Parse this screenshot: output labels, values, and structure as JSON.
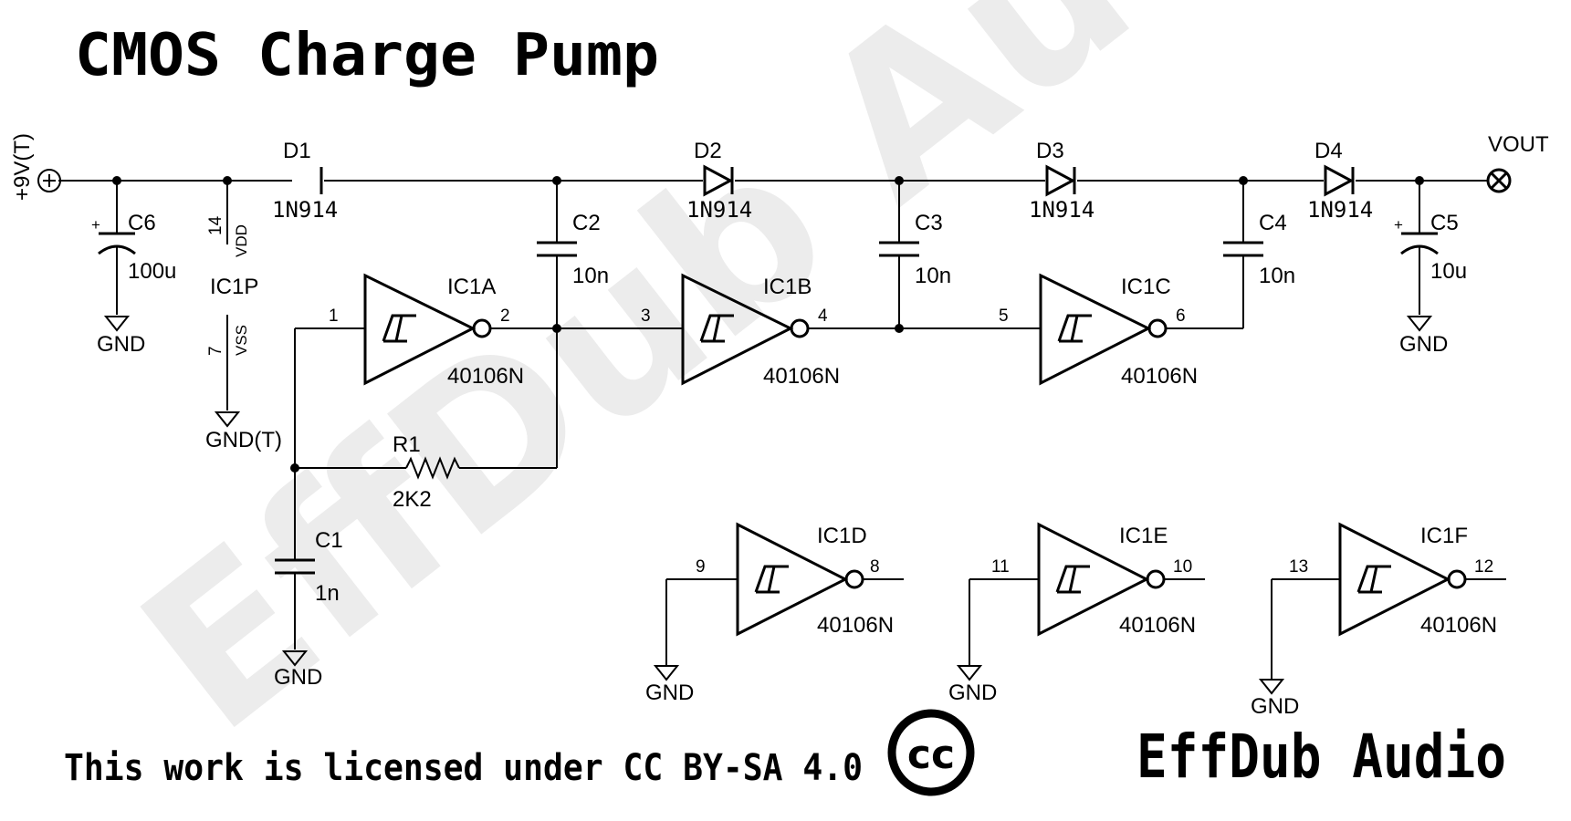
{
  "title": "CMOS Charge Pump",
  "watermark": "EffDub Audio",
  "license": "This work is licensed under CC BY-SA 4.0",
  "cc_logo": "cc",
  "brand": "EffDub Audio",
  "nets": {
    "vin": "+9V(T)",
    "vout": "VOUT",
    "gnd": "GND",
    "gnd_t": "GND(T)"
  },
  "diodes": [
    {
      "ref": "D1",
      "value": "1N914"
    },
    {
      "ref": "D2",
      "value": "1N914"
    },
    {
      "ref": "D3",
      "value": "1N914"
    },
    {
      "ref": "D4",
      "value": "1N914"
    }
  ],
  "capacitors": [
    {
      "ref": "C1",
      "value": "1n"
    },
    {
      "ref": "C2",
      "value": "10n"
    },
    {
      "ref": "C3",
      "value": "10n"
    },
    {
      "ref": "C4",
      "value": "10n"
    },
    {
      "ref": "C5",
      "value": "10u"
    },
    {
      "ref": "C6",
      "value": "100u"
    }
  ],
  "resistor": {
    "ref": "R1",
    "value": "2K2"
  },
  "power_unit": {
    "ref": "IC1P",
    "vdd_pin": "14",
    "vdd_label": "VDD",
    "vss_pin": "7",
    "vss_label": "VSS"
  },
  "pol_mark": "+",
  "inverters": [
    {
      "ref": "IC1A",
      "part": "40106N",
      "in_pin": "1",
      "out_pin": "2"
    },
    {
      "ref": "IC1B",
      "part": "40106N",
      "in_pin": "3",
      "out_pin": "4"
    },
    {
      "ref": "IC1C",
      "part": "40106N",
      "in_pin": "5",
      "out_pin": "6"
    },
    {
      "ref": "IC1D",
      "part": "40106N",
      "in_pin": "9",
      "out_pin": "8"
    },
    {
      "ref": "IC1E",
      "part": "40106N",
      "in_pin": "11",
      "out_pin": "10"
    },
    {
      "ref": "IC1F",
      "part": "40106N",
      "in_pin": "13",
      "out_pin": "12"
    }
  ]
}
